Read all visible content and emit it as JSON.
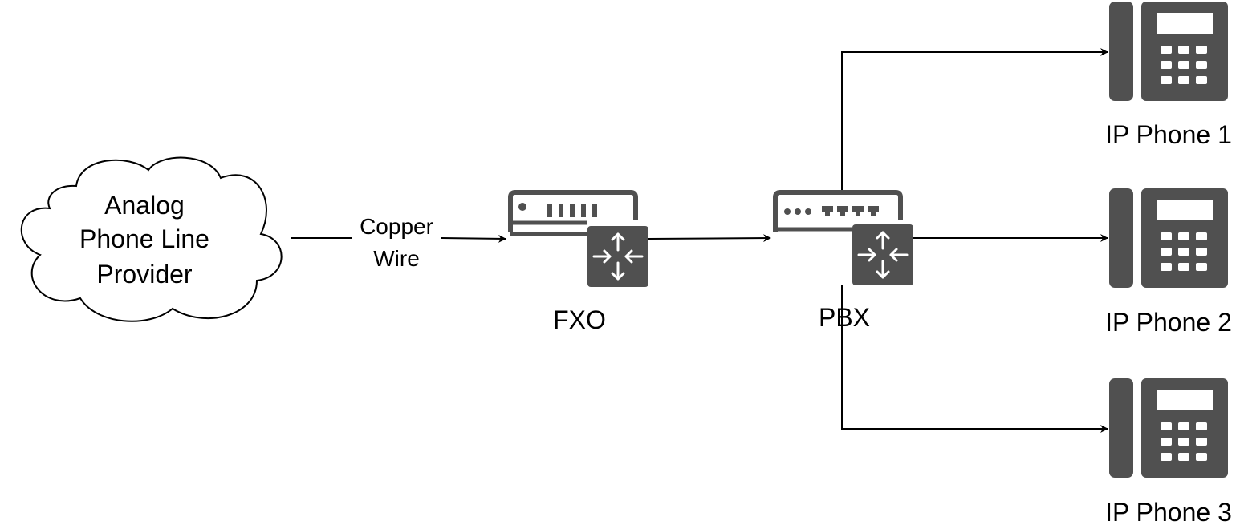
{
  "colors": {
    "background": "#ffffff",
    "stroke": "#000000",
    "icon_fill": "#505050",
    "icon_detail": "#ffffff"
  },
  "nodes": {
    "cloud": {
      "line1": "Analog",
      "line2": "Phone Line",
      "line3": "Provider"
    },
    "fxo": {
      "label": "FXO",
      "icon": "gateway-router-icon"
    },
    "pbx": {
      "label": "PBX",
      "icon": "switch-router-icon"
    },
    "phones": [
      {
        "label": "IP Phone 1",
        "icon": "ip-phone-icon"
      },
      {
        "label": "IP Phone 2",
        "icon": "ip-phone-icon"
      },
      {
        "label": "IP Phone 3",
        "icon": "ip-phone-icon"
      }
    ]
  },
  "edges": {
    "copper": {
      "line1": "Copper",
      "line2": "Wire"
    }
  }
}
